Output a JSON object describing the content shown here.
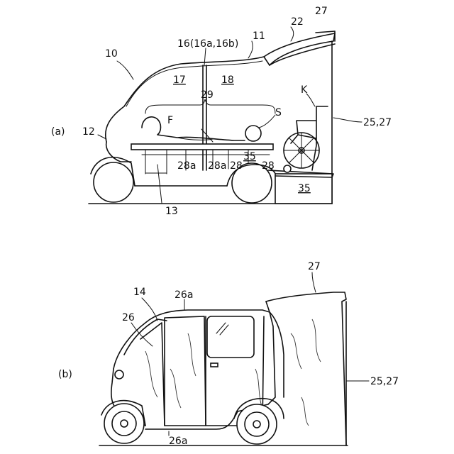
{
  "panel_a": {
    "panel_label": "(a)",
    "labels": {
      "vehicle": "10",
      "front_cover": "12",
      "floor": "13",
      "partition": "16(16a,16b)",
      "roof": "11",
      "roof_ext": "22",
      "cover_top": "27",
      "wall": "25,27",
      "front_room": "17",
      "rear_room": "18",
      "span": "29",
      "passenger": "F",
      "seat": "S",
      "wheelchair": "K",
      "rail_1": "28a",
      "rail_2": "28a",
      "track_1": "28",
      "track_2": "28",
      "bed": "35",
      "platform": "35"
    }
  },
  "panel_b": {
    "panel_label": "(b)",
    "labels": {
      "cover_top": "27",
      "door_edge_top": "26a",
      "window": "14",
      "door": "26",
      "wall": "25,27",
      "door_edge_bottom": "26a"
    }
  }
}
